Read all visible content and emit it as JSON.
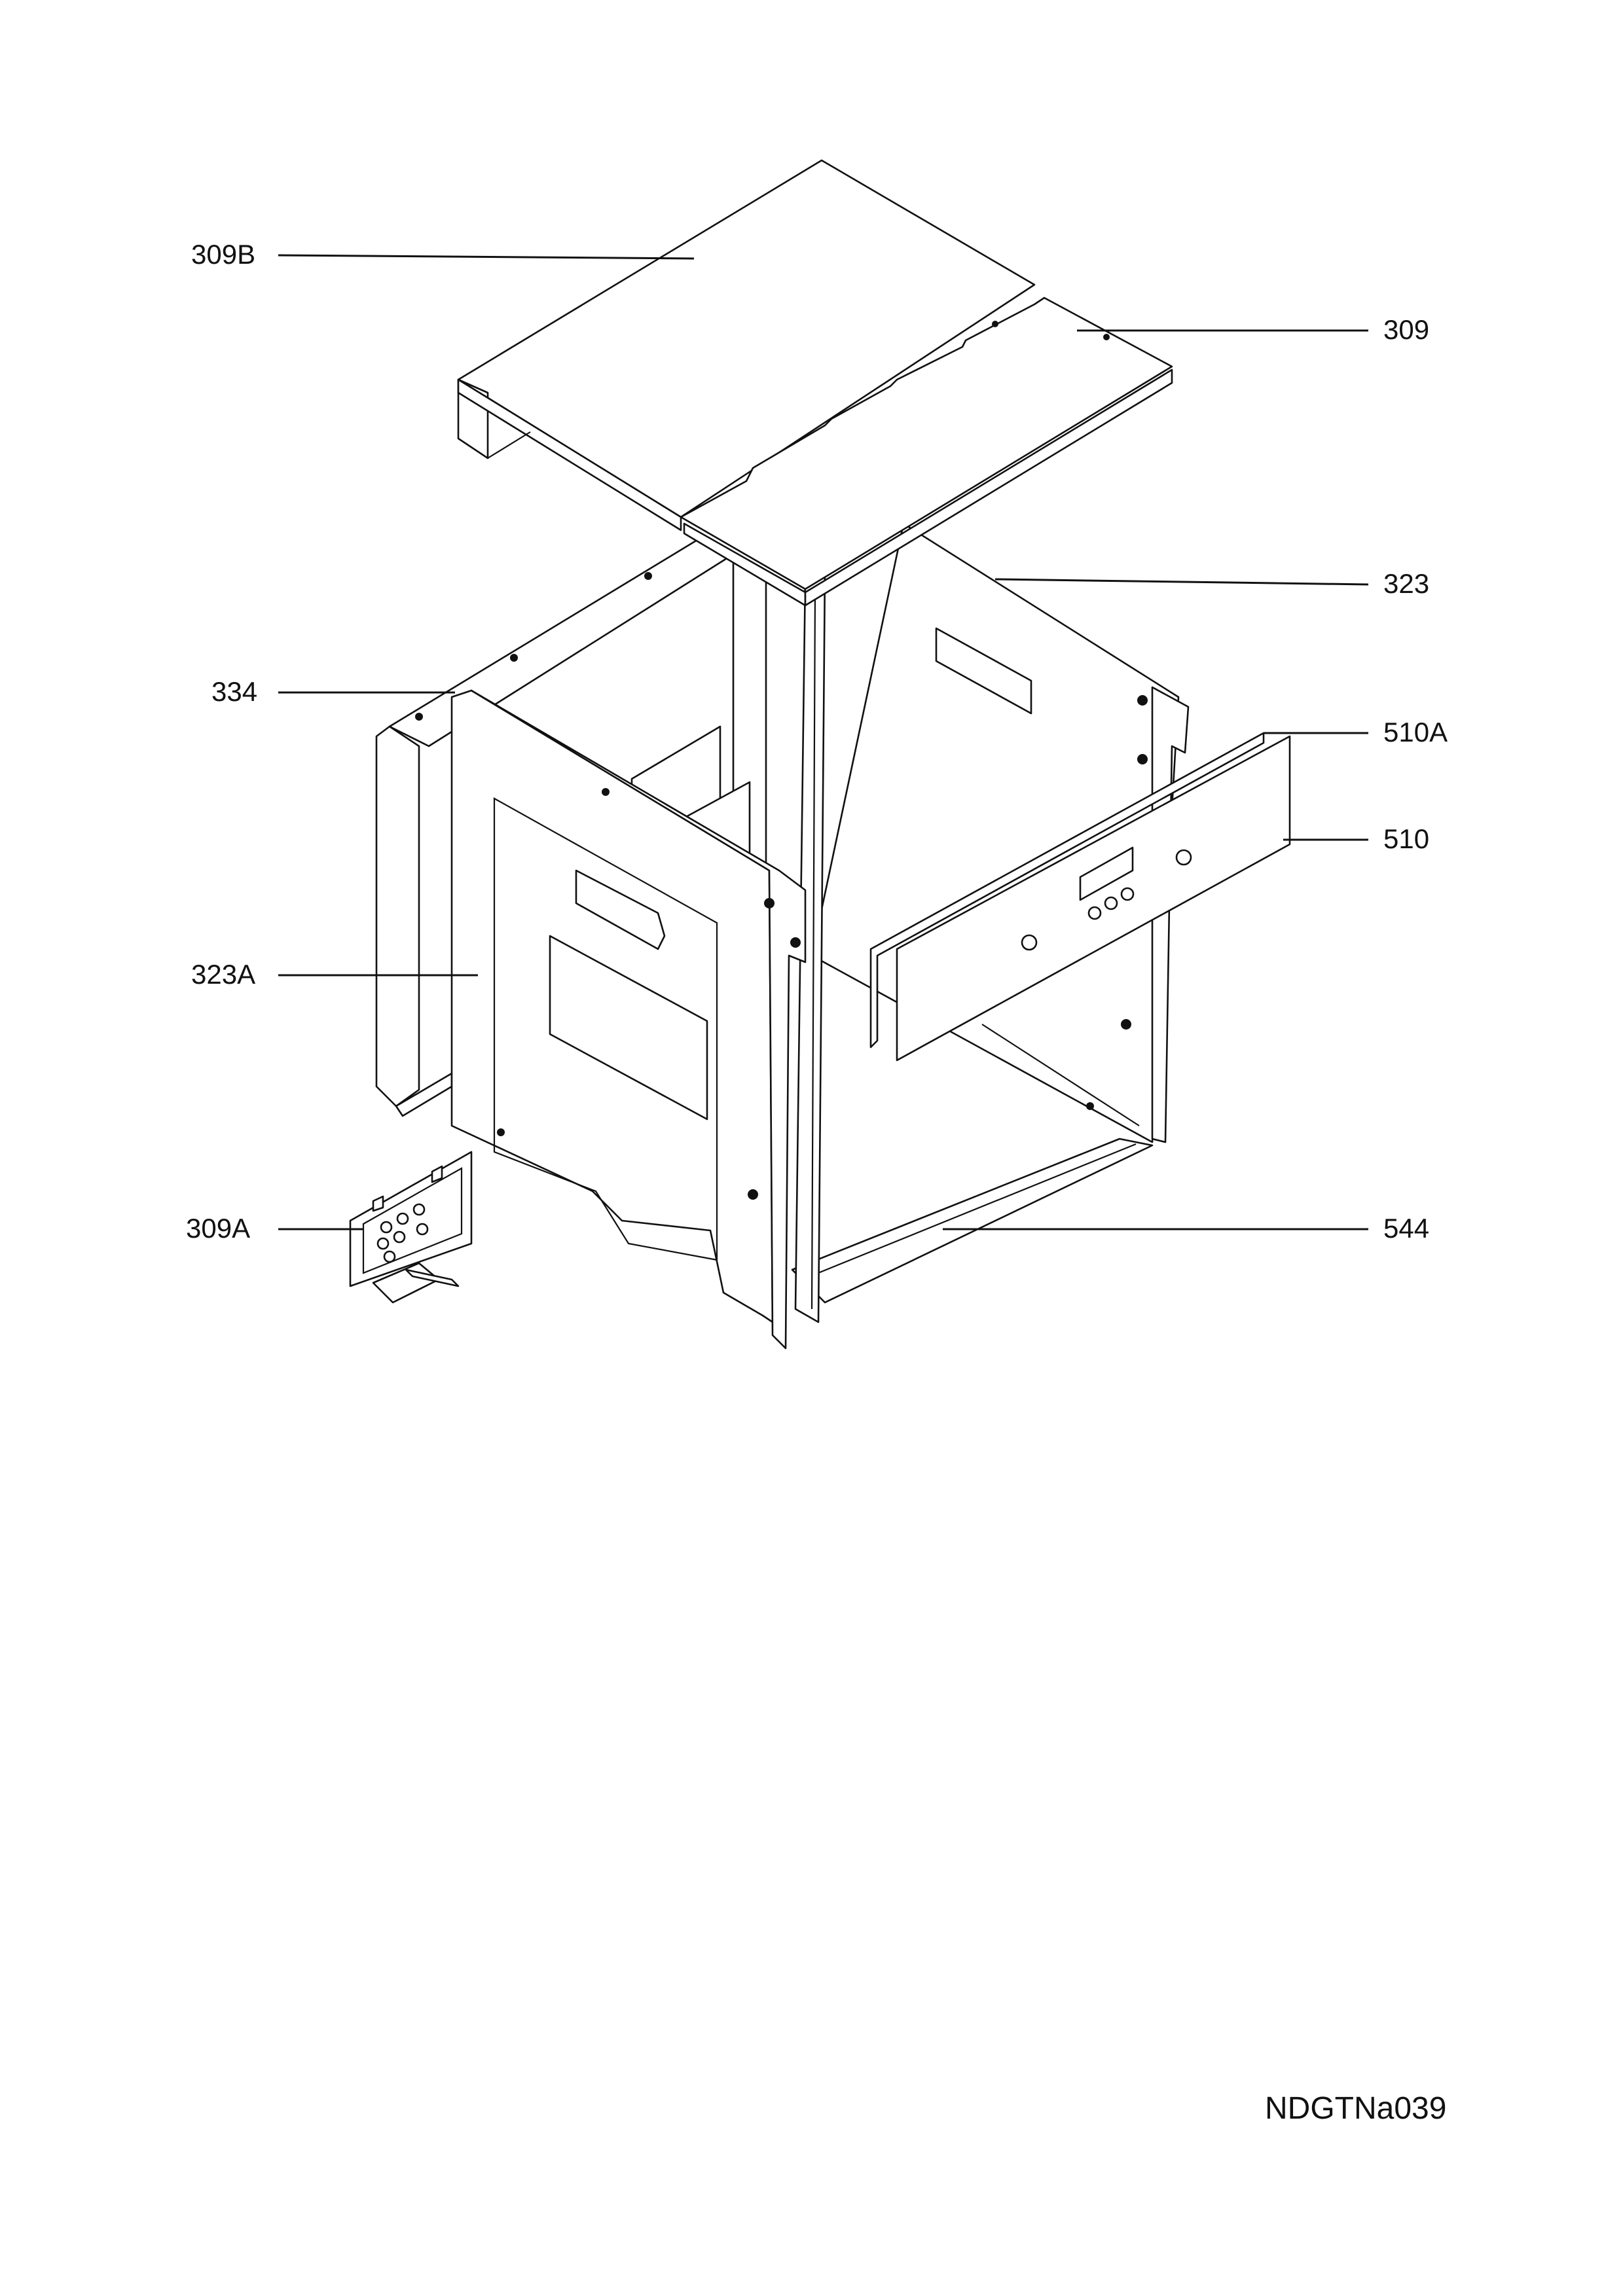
{
  "labels": {
    "l309B": "309B",
    "l309": "309",
    "l323": "323",
    "l334": "334",
    "l510A": "510A",
    "l510": "510",
    "l323A": "323A",
    "l309A": "309A",
    "l544": "544"
  },
  "document_code": "NDGTNa039"
}
